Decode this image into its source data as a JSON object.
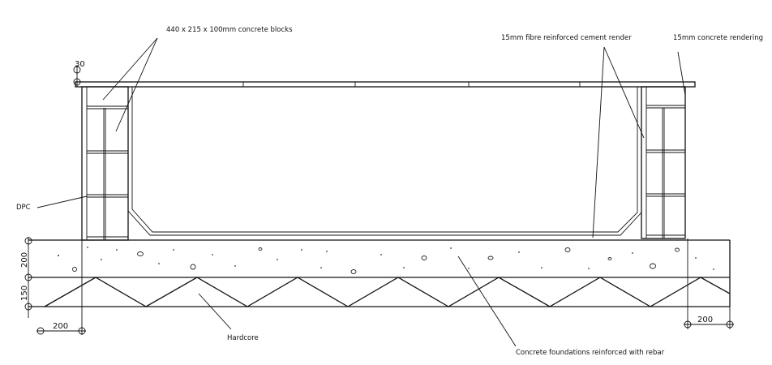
{
  "labels": {
    "blocks": "440 x 215 x 100mm concrete blocks",
    "render": "15mm fibre reinforced cement render",
    "rendering": "15mm concrete rendering",
    "dpc": "DPC",
    "hardcore": "Hardcore",
    "foundations": "Concrete foundations reinforced with rebar"
  },
  "dimensions": {
    "top": "30",
    "slab": "200",
    "hardcore": "150",
    "left_width": "200",
    "right_width": "200"
  }
}
